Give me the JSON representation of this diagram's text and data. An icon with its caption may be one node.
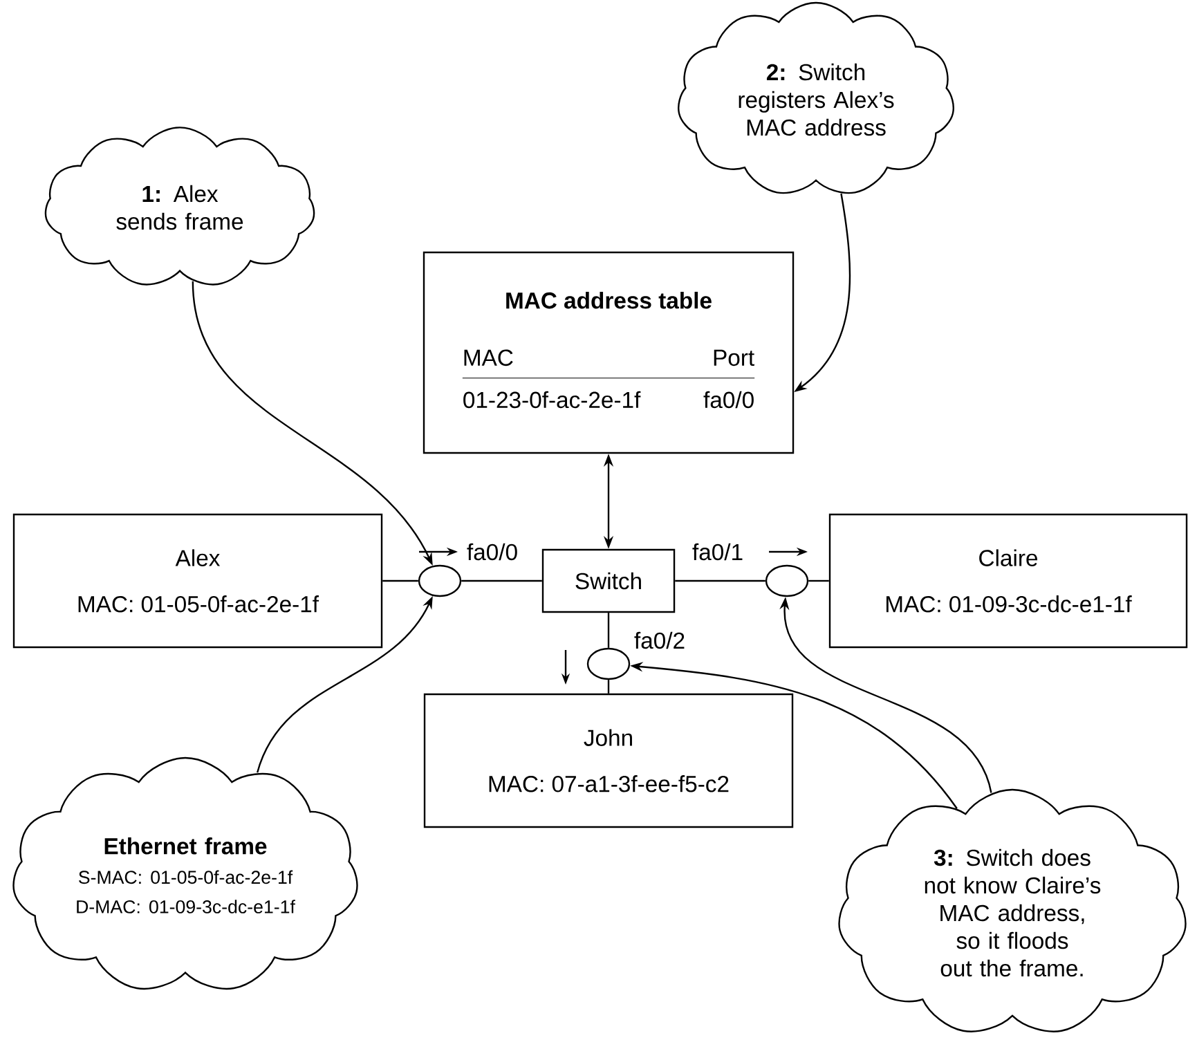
{
  "diagram": {
    "nodes": [
      {
        "text": [
          "**1:** Alex sends frame"
        ]
      },
      {
        "text": [
          "**2:** Switch registers Alex’s MAC address"
        ]
      },
      {
        "text": [
          "MAC address table",
          "MAC",
          "Port",
          "01-23-0f-ac-2e-1f",
          "fa0/0"
        ]
      },
      {
        "text": [
          "Alex",
          "MAC: 01-05-0f-ac-2e-1f"
        ]
      },
      {
        "text": [],
        "shape": "ellipse",
        "beside": [
          "fa0/0"
        ]
      },
      {
        "text": [
          "Switch"
        ]
      },
      {
        "text": [],
        "shape": "ellipse",
        "beside": [
          "fa0/1"
        ]
      },
      {
        "text": [
          "Claire",
          "MAC: 01-09-3c-dc-e1-1f"
        ]
      },
      {
        "text": [],
        "shape": "ellipse",
        "beside": [
          "fa0/2"
        ]
      },
      {
        "text": [
          "John",
          "MAC: 07-a1-3f-ee-f5-c2"
        ]
      },
      {
        "text": [
          "Ethernet frame",
          "S-MAC: 01-05-0f-ac-2e-1f",
          "D-MAC: 01-09-3c-dc-e1-1f"
        ]
      },
      {
        "text": [
          "**3:** Switch does not know Claire’s MAC address, so it floods out the frame."
        ]
      }
    ],
    "edges": [
      {
        "from": 3,
        "to": 4,
        "arrow": "none"
      },
      {
        "from": 4,
        "to": 5,
        "arrow": "none"
      },
      {
        "from": 5,
        "to": 6,
        "arrow": "none"
      },
      {
        "from": 6,
        "to": 7,
        "arrow": "none"
      },
      {
        "from": 5,
        "to": 8,
        "arrow": "none"
      },
      {
        "from": 8,
        "to": 9,
        "arrow": "none"
      },
      {
        "from": 5,
        "to": 2,
        "arrow": "both"
      },
      {
        "from": 0,
        "to": 4,
        "arrow": "to"
      },
      {
        "from": 1,
        "to": 2,
        "arrow": "to"
      },
      {
        "from": 10,
        "to": 4,
        "arrow": "to"
      },
      {
        "from": 11,
        "to": 6,
        "arrow": "to"
      },
      {
        "from": 11,
        "to": 8,
        "arrow": "to"
      }
    ]
  }
}
